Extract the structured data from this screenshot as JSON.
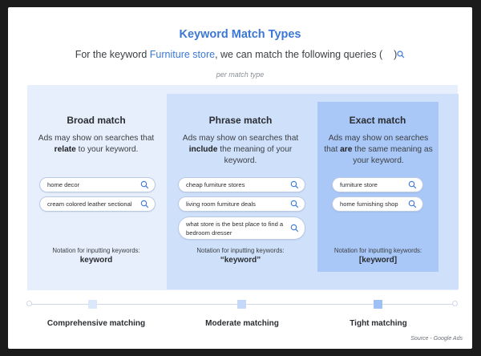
{
  "header": {
    "title": "Keyword Match Types",
    "subtitle_prefix": "For the keyword",
    "keyword": "Furniture store",
    "subtitle_suffix": ", we can match the following queries (",
    "subtitle_close": ")",
    "per_match": "per match type"
  },
  "columns": [
    {
      "heading": "Broad match",
      "desc_before": "Ads may show on searches that",
      "desc_bold": "relate",
      "desc_after": "to your keyword.",
      "queries": [
        "home decor",
        "cream colored leather sectional"
      ],
      "notation_label": "Notation for inputting keywords:",
      "notation_value": "keyword"
    },
    {
      "heading": "Phrase match",
      "desc_before": "Ads may show on searches that",
      "desc_bold": "include",
      "desc_after": "the meaning of your keyword.",
      "queries": [
        "cheap furniture stores",
        "living room furniture deals",
        "what store is the best place to find a bedroom dresser"
      ],
      "notation_label": "Notation for inputting keywords:",
      "notation_value": "“keyword”"
    },
    {
      "heading": "Exact match",
      "desc_before": "Ads may show on searches that",
      "desc_bold": "are",
      "desc_after": "the same meaning as your keyword.",
      "queries": [
        "furniture store",
        "home furnishing shop"
      ],
      "notation_label": "Notation for inputting keywords:",
      "notation_value": "[keyword]"
    }
  ],
  "scale": {
    "labels": [
      "Comprehensive matching",
      "Moderate matching",
      "Tight matching"
    ],
    "colors": [
      "#dbe7fb",
      "#c4d9f9",
      "#9fc0f5"
    ]
  },
  "source": "Source - Google Ads",
  "colors": {
    "accent": "#3b78d6",
    "panel_outer": "#e7effc",
    "panel_mid": "#cfe0fa",
    "panel_inner": "#a9c7f7"
  },
  "icons": {
    "query": "search-icon"
  }
}
